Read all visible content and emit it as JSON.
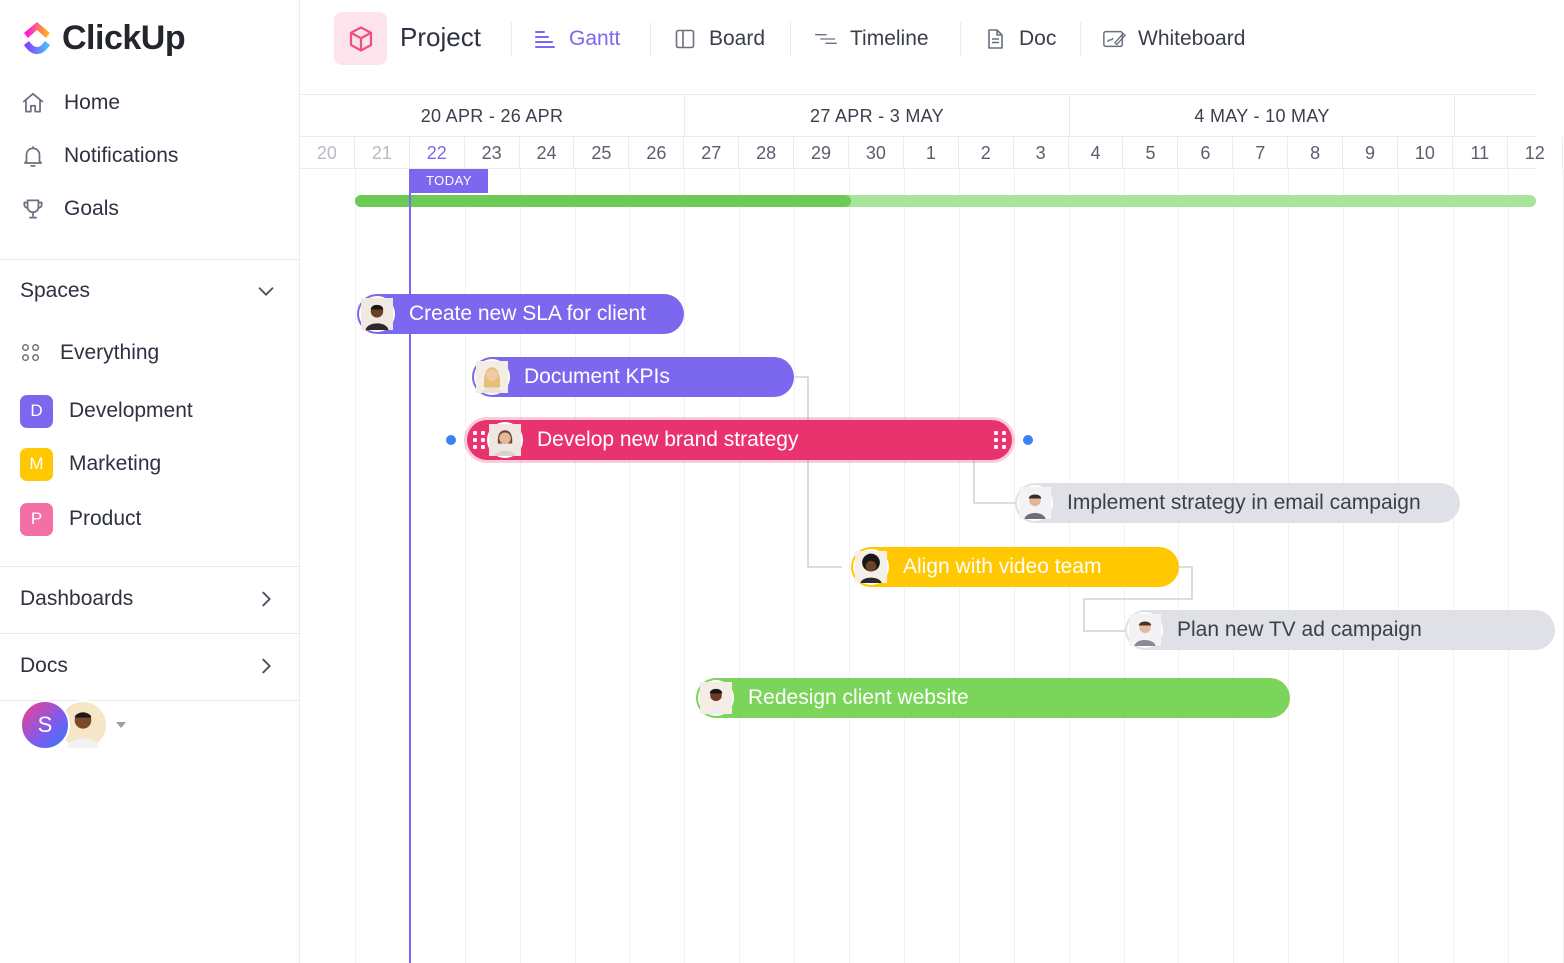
{
  "app": {
    "logo_text": "ClickUp"
  },
  "sidebar": {
    "nav": [
      {
        "label": "Home",
        "icon": "home-icon"
      },
      {
        "label": "Notifications",
        "icon": "bell-icon"
      },
      {
        "label": "Goals",
        "icon": "trophy-icon"
      }
    ],
    "spaces_label": "Spaces",
    "everything_label": "Everything",
    "spaces": [
      {
        "letter": "D",
        "label": "Development",
        "color": "#7b68ee"
      },
      {
        "letter": "M",
        "label": "Marketing",
        "color": "#ffc800"
      },
      {
        "letter": "P",
        "label": "Product",
        "color": "#f36fa4"
      }
    ],
    "dashboards_label": "Dashboards",
    "docs_label": "Docs",
    "user_initial": "S"
  },
  "toolbar": {
    "project_title": "Project",
    "tabs": [
      {
        "label": "Gantt",
        "icon": "gantt-icon",
        "active": true
      },
      {
        "label": "Board",
        "icon": "board-icon",
        "active": false
      },
      {
        "label": "Timeline",
        "icon": "timeline-icon",
        "active": false
      },
      {
        "label": "Doc",
        "icon": "doc-icon",
        "active": false
      },
      {
        "label": "Whiteboard",
        "icon": "whiteboard-icon",
        "active": false
      }
    ]
  },
  "gantt": {
    "weeks": [
      "20 APR - 26 APR",
      "27 APR - 3 MAY",
      "4 MAY - 10 MAY"
    ],
    "days": [
      "20",
      "21",
      "22",
      "23",
      "24",
      "25",
      "26",
      "27",
      "28",
      "29",
      "30",
      "1",
      "2",
      "3",
      "4",
      "5",
      "6",
      "7",
      "8",
      "9",
      "10",
      "11",
      "12"
    ],
    "today_label": "TODAY",
    "today_day": "22",
    "progress_fraction": 0.42,
    "tasks": [
      {
        "label": "Create new SLA for client",
        "color": "purple"
      },
      {
        "label": "Document KPIs",
        "color": "purple"
      },
      {
        "label": "Develop new brand strategy",
        "color": "pink"
      },
      {
        "label": "Implement strategy in email campaign",
        "color": "grey"
      },
      {
        "label": "Align with video team",
        "color": "yellow"
      },
      {
        "label": "Plan new TV ad campaign",
        "color": "grey"
      },
      {
        "label": "Redesign client website",
        "color": "green"
      }
    ]
  },
  "colors": {
    "accent": "#7b68ee",
    "pink": "#e8336e",
    "yellow": "#ffc800",
    "green": "#7ad55a",
    "grey": "#dfe1e6"
  }
}
